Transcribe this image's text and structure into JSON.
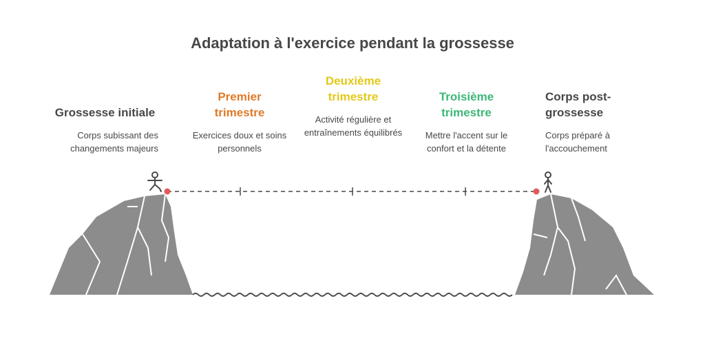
{
  "title": "Adaptation à l'exercice pendant la grossesse",
  "stages": [
    {
      "title": "Grossesse initiale",
      "description": "Corps subissant des changements majeurs",
      "color": "#474747"
    },
    {
      "title": "Premier trimestre",
      "description": "Exercices doux et soins personnels",
      "color": "#E07A28"
    },
    {
      "title": "Deuxième trimestre",
      "description": "Activité régulière et entraînements équilibrés",
      "color": "#E3C81A"
    },
    {
      "title": "Troisième trimestre",
      "description": "Mettre l'accent sur le confort et la détente",
      "color": "#3CB878"
    },
    {
      "title": "Corps post-grossesse",
      "description": "Corps préparé à l'accouchement",
      "color": "#474747"
    }
  ],
  "colors": {
    "rock": "#8c8c8c",
    "rock_lines": "#ffffff",
    "path": "#474747",
    "endpoint": "#e05a5a",
    "water": "#474747"
  }
}
